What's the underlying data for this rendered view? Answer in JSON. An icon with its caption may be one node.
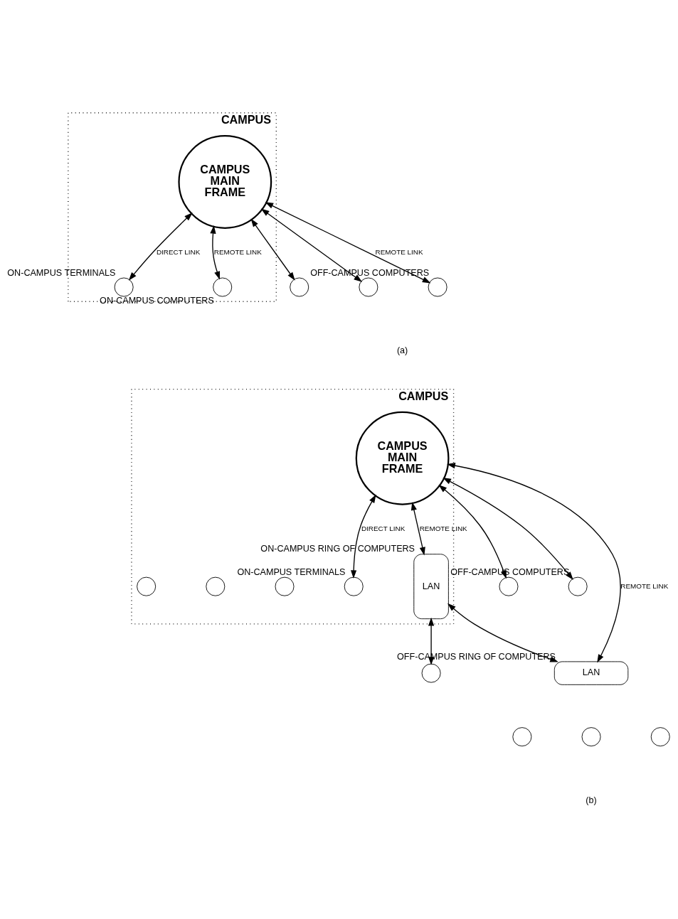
{
  "diagram": {
    "nodes": [
      {
        "text": [
          "CAMPUS"
        ]
      },
      {
        "text": [
          "CAMPUS MAIN FRAME"
        ],
        "in": 0
      },
      {
        "text": [],
        "shape": "circle",
        "beside": [
          "ON-CAMPUS TERMINALS"
        ],
        "in": 0
      },
      {
        "text": [],
        "shape": "circle",
        "beside": [
          "ON-CAMPUS COMPUTERS"
        ],
        "in": 0
      },
      {
        "text": [],
        "shape": "circle"
      },
      {
        "text": [],
        "shape": "circle"
      },
      {
        "text": [],
        "shape": "circle",
        "beside": [
          "OFF-CAMPUS COMPUTERS"
        ]
      },
      {
        "text": [
          "CAMPUS"
        ]
      },
      {
        "text": [
          "CAMPUS MAIN FRAME"
        ],
        "in": 7
      },
      {
        "text": [],
        "shape": "circle",
        "beside": [
          "ON-CAMPUS TERMINALS"
        ],
        "in": 7
      },
      {
        "text": [
          "LAN"
        ],
        "beside": [
          "ON-CAMPUS RING OF COMPUTERS"
        ],
        "in": 7
      },
      {
        "text": [],
        "shape": "circle",
        "in": 7
      },
      {
        "text": [],
        "shape": "circle",
        "in": 7
      },
      {
        "text": [],
        "shape": "circle",
        "in": 7
      },
      {
        "text": [],
        "shape": "circle"
      },
      {
        "text": [],
        "shape": "circle",
        "beside": [
          "OFF-CAMPUS COMPUTERS"
        ]
      },
      {
        "text": [],
        "shape": "circle"
      },
      {
        "text": [
          "LAN"
        ],
        "beside": [
          "OFF-CAMPUS RING OF COMPUTERS"
        ]
      },
      {
        "text": [],
        "shape": "circle"
      },
      {
        "text": [],
        "shape": "circle"
      },
      {
        "text": [],
        "shape": "circle"
      }
    ],
    "edges": [
      {
        "from": 1,
        "to": 2,
        "arrow": "both",
        "label": "DIRECT LINK"
      },
      {
        "from": 1,
        "to": 4,
        "arrow": "both"
      },
      {
        "from": 1,
        "to": 3,
        "arrow": "both",
        "label": "REMOTE LINK"
      },
      {
        "from": 1,
        "to": 5,
        "arrow": "both"
      },
      {
        "from": 1,
        "to": 6,
        "arrow": "both",
        "label": "REMOTE LINK"
      },
      {
        "from": 8,
        "to": 9,
        "arrow": "both",
        "label": "DIRECT LINK"
      },
      {
        "from": 8,
        "to": 14,
        "arrow": "both"
      },
      {
        "from": 8,
        "to": 10,
        "arrow": "both",
        "label": "REMOTE LINK"
      },
      {
        "from": 8,
        "to": 15,
        "arrow": "both"
      },
      {
        "from": 8,
        "to": 17,
        "arrow": "both",
        "label": "REMOTE LINK"
      },
      {
        "from": 10,
        "to": 17,
        "arrow": "both"
      },
      {
        "from": 10,
        "to": 16,
        "arrow": "both"
      }
    ],
    "labels": [
      "(a)",
      "(b)"
    ]
  }
}
